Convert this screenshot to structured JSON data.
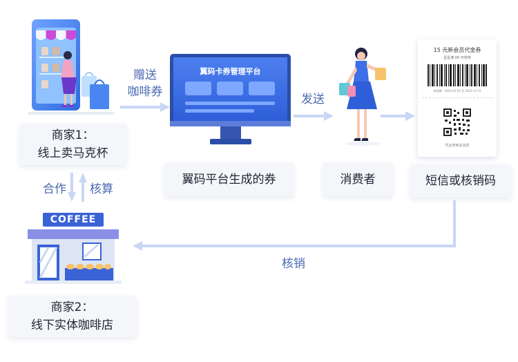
{
  "merchant1": {
    "line1": "商家1：",
    "line2": "线上卖马克杯"
  },
  "merchant2": {
    "line1": "商家2：",
    "line2": "线下实体咖啡店"
  },
  "platform": {
    "screen_title": "翼码卡券管理平台",
    "caption": "翼码平台生成的券"
  },
  "consumer": {
    "caption": "消费者"
  },
  "coupon": {
    "title": "15 元新会员代金券",
    "subtitle": "星星满 88 可使用",
    "dates": "有效期：2020-03-19 至 2020-12-15",
    "footer": "凭此券到店消费",
    "caption": "短信或核销码"
  },
  "arrows": {
    "gift_line1": "赠送",
    "gift_line2": "咖啡券",
    "send": "发送",
    "cooperate": "合作",
    "settle": "核算",
    "redeem": "核销"
  },
  "store": {
    "sign": "COFFEE"
  },
  "colors": {
    "arrow": "#c9d7f4",
    "accent": "#3a63d6",
    "text_blue": "#4a68b0"
  }
}
